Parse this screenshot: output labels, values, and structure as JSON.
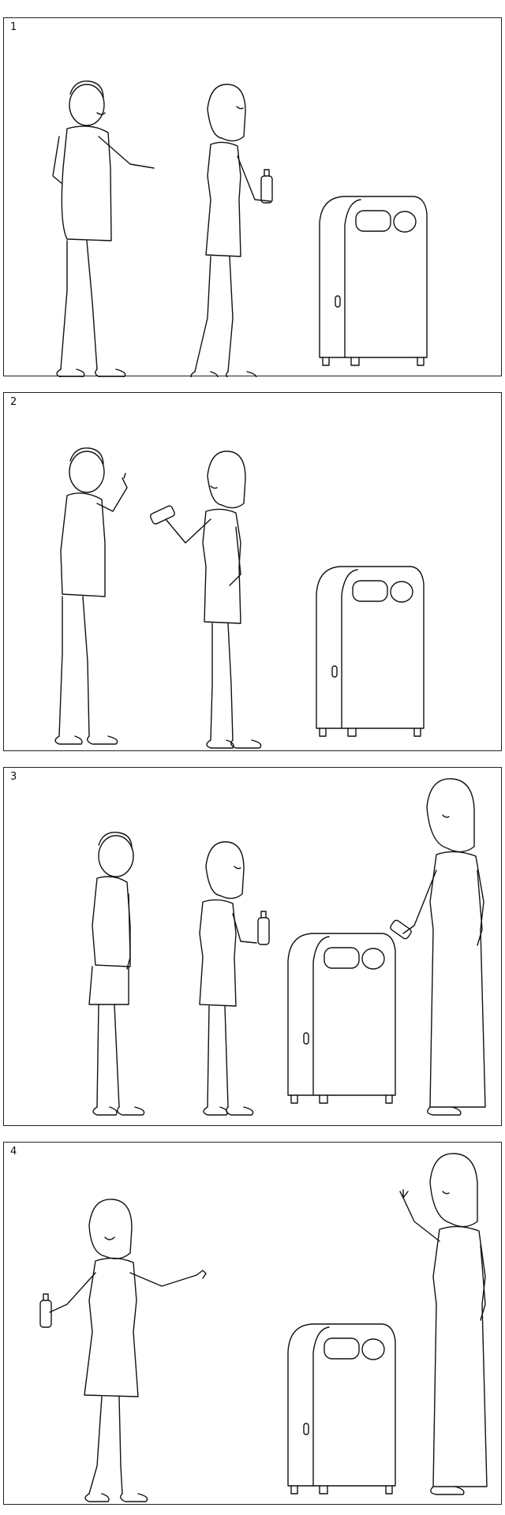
{
  "panels": [
    {
      "number": "1"
    },
    {
      "number": "2"
    },
    {
      "number": "3"
    },
    {
      "number": "4"
    }
  ]
}
